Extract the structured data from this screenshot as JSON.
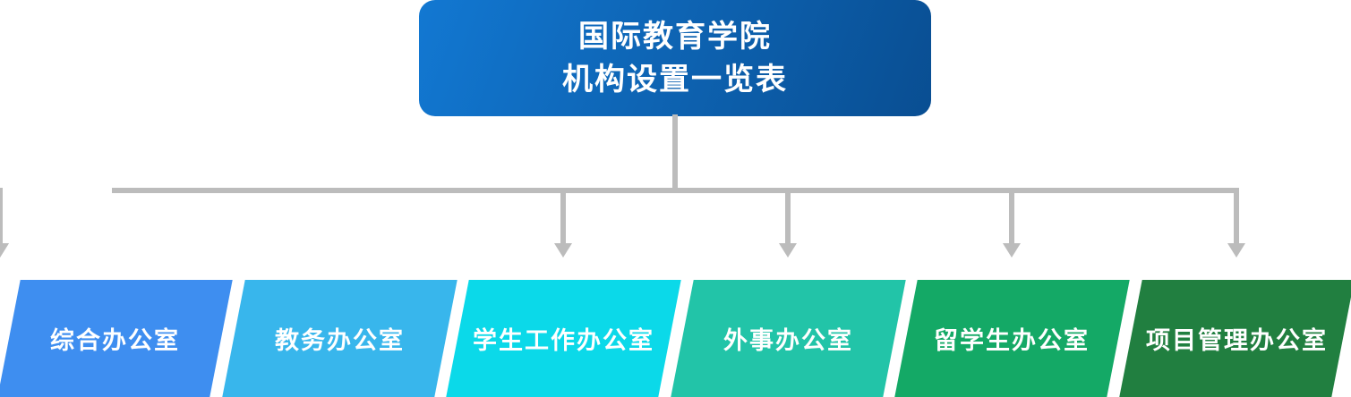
{
  "title": {
    "line1": "国际教育学院",
    "line2": "机构设置一览表"
  },
  "title_colors": {
    "gradient_start": "#1278d2",
    "gradient_end": "#094e92"
  },
  "connector_color": "#bcbcbc",
  "departments": [
    {
      "label": "综合办公室",
      "color": "#3e8ef0"
    },
    {
      "label": "教务办公室",
      "color": "#38b6ec"
    },
    {
      "label": "学生工作办公室",
      "color": "#0bd9e9"
    },
    {
      "label": "外事办公室",
      "color": "#22c4a8"
    },
    {
      "label": "留学生办公室",
      "color": "#14a966"
    },
    {
      "label": "项目管理办公室",
      "color": "#217f40"
    }
  ]
}
